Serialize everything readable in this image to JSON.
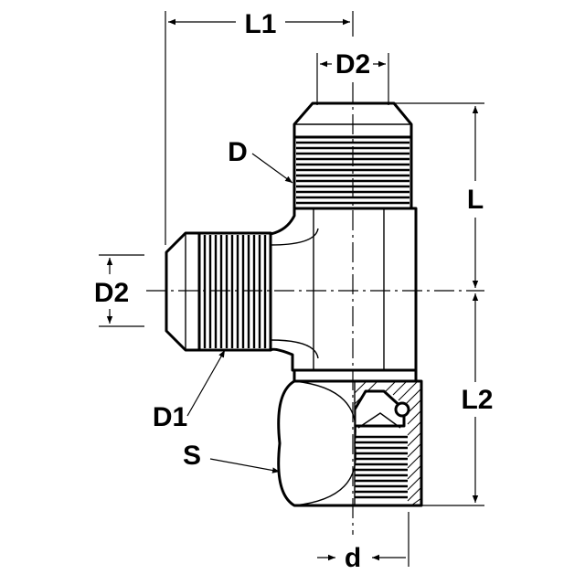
{
  "diagram": {
    "labels": {
      "l1": "L1",
      "d2_top": "D2",
      "d": "D",
      "l": "L",
      "d2_left": "D2",
      "d1": "D1",
      "l2": "L2",
      "s": "S",
      "d_small": "d"
    },
    "colors": {
      "line": "#000000",
      "background": "#ffffff"
    }
  }
}
